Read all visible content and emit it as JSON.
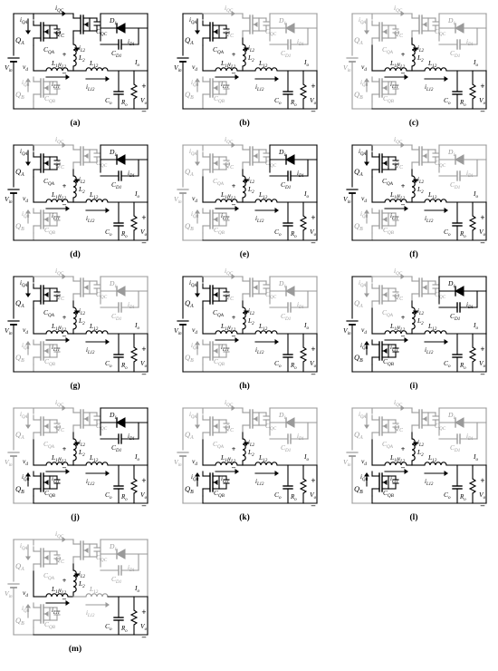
{
  "panels": [
    {
      "caption": "(a)",
      "active": {
        "qa": true,
        "qb": false,
        "qc": true,
        "d1": true,
        "l12": true,
        "co": true,
        "vin": true
      }
    },
    {
      "caption": "(b)",
      "active": {
        "qa": true,
        "qb": false,
        "qc": false,
        "d1": false,
        "l12": true,
        "co": true,
        "vin": true
      }
    },
    {
      "caption": "(c)",
      "active": {
        "qa": false,
        "qb": false,
        "qc": false,
        "d1": false,
        "l12": true,
        "co": true,
        "vin": false
      }
    },
    {
      "caption": "(d)",
      "active": {
        "qa": true,
        "qb": false,
        "qc": false,
        "d1": true,
        "l12": true,
        "co": true,
        "vin": true
      }
    },
    {
      "caption": "(e)",
      "active": {
        "qa": false,
        "qb": false,
        "qc": false,
        "d1": true,
        "l12": true,
        "co": true,
        "vin": false
      }
    },
    {
      "caption": "(f)",
      "active": {
        "qa": true,
        "qb": false,
        "qc": false,
        "d1": false,
        "l12": true,
        "co": true,
        "vin": true
      }
    },
    {
      "caption": "(g)",
      "active": {
        "qa": true,
        "qb": false,
        "qc": false,
        "d1": false,
        "l12": true,
        "co": true,
        "vin": true
      }
    },
    {
      "caption": "(h)",
      "active": {
        "qa": true,
        "qb": false,
        "qc": false,
        "d1": false,
        "l12": true,
        "co": true,
        "vin": true
      }
    },
    {
      "caption": "(i)",
      "active": {
        "qa": false,
        "qb": true,
        "qc": false,
        "d1": true,
        "l12": true,
        "co": true,
        "vin": true
      }
    },
    {
      "caption": "(j)",
      "active": {
        "qa": false,
        "qb": true,
        "qc": false,
        "d1": true,
        "l12": true,
        "co": true,
        "vin": false
      }
    },
    {
      "caption": "(k)",
      "active": {
        "qa": false,
        "qb": true,
        "qc": false,
        "d1": false,
        "l12": true,
        "co": true,
        "vin": false
      }
    },
    {
      "caption": "(l)",
      "active": {
        "qa": false,
        "qb": true,
        "qc": false,
        "d1": false,
        "l12": true,
        "co": true,
        "vin": false
      }
    },
    {
      "caption": "(m)",
      "active": {
        "qa": false,
        "qb": false,
        "qc": false,
        "d1": false,
        "l12": false,
        "co": true,
        "vin": false
      }
    }
  ],
  "labels": {
    "iqc": "i",
    "iqc_sub": "QC",
    "iqa": "i",
    "iqa_sub": "QA",
    "iqb": "i",
    "iqb_sub": "QB",
    "id1": "i",
    "id1_sub": "D1",
    "qa": "Q",
    "qa_sub": "A",
    "qb": "Q",
    "qb_sub": "B",
    "qc": "Q",
    "qc_sub": "C",
    "cqa": "C",
    "cqa_sub": "QA",
    "cqb": "C",
    "cqb_sub": "QB",
    "cqc": "C",
    "cqc_sub": "QC",
    "d1": "D",
    "d1_sub": "1",
    "cd1": "C",
    "cd1_sub": "D1",
    "l11": "L",
    "l11_sub": "11",
    "l12": "L",
    "l12_sub": "12",
    "l2": "L",
    "l2_sub": "2",
    "il11": "i",
    "il11_sub": "L11",
    "il12": "i",
    "il12_sub": "L12",
    "il2": "i",
    "il2_sub": "L2",
    "vl2": "v",
    "vl2_sub": "L2",
    "vin": "V",
    "vin_sub": "in",
    "vd": "v",
    "vd_sub": "d",
    "io": "I",
    "io_sub": "o",
    "co": "C",
    "co_sub": "o",
    "ro": "R",
    "ro_sub": "o",
    "vo": "V",
    "vo_sub": "o",
    "plus": "+",
    "minus": "–"
  },
  "colors": {
    "active": "#000000",
    "inactive": "#9a9a9a"
  }
}
